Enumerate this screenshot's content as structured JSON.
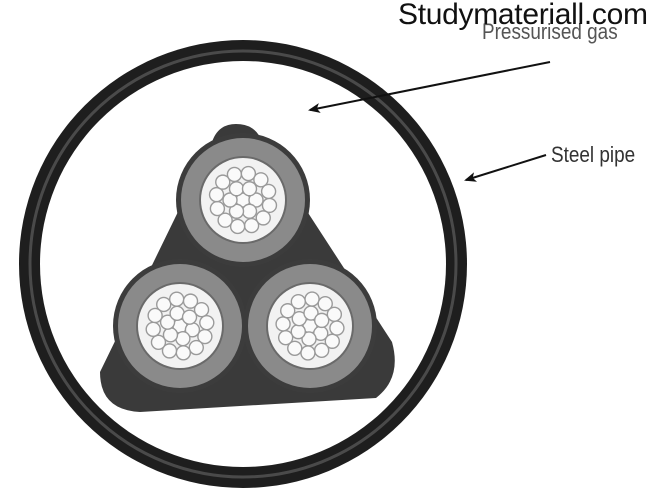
{
  "watermark": "Studymateriall.com",
  "labels": {
    "pressurised_gas": "Pressurised gas",
    "steel_pipe": "Steel pipe"
  },
  "colors": {
    "steel_pipe": "#1e1e1e",
    "gas_fill": "#ffffff",
    "binder": "#3a3a3a",
    "insulation": "#8a8a8a",
    "sheath": "#3c3c3c",
    "conductor": "#f2f2f2",
    "strand_outline": "#9a9a9a"
  }
}
